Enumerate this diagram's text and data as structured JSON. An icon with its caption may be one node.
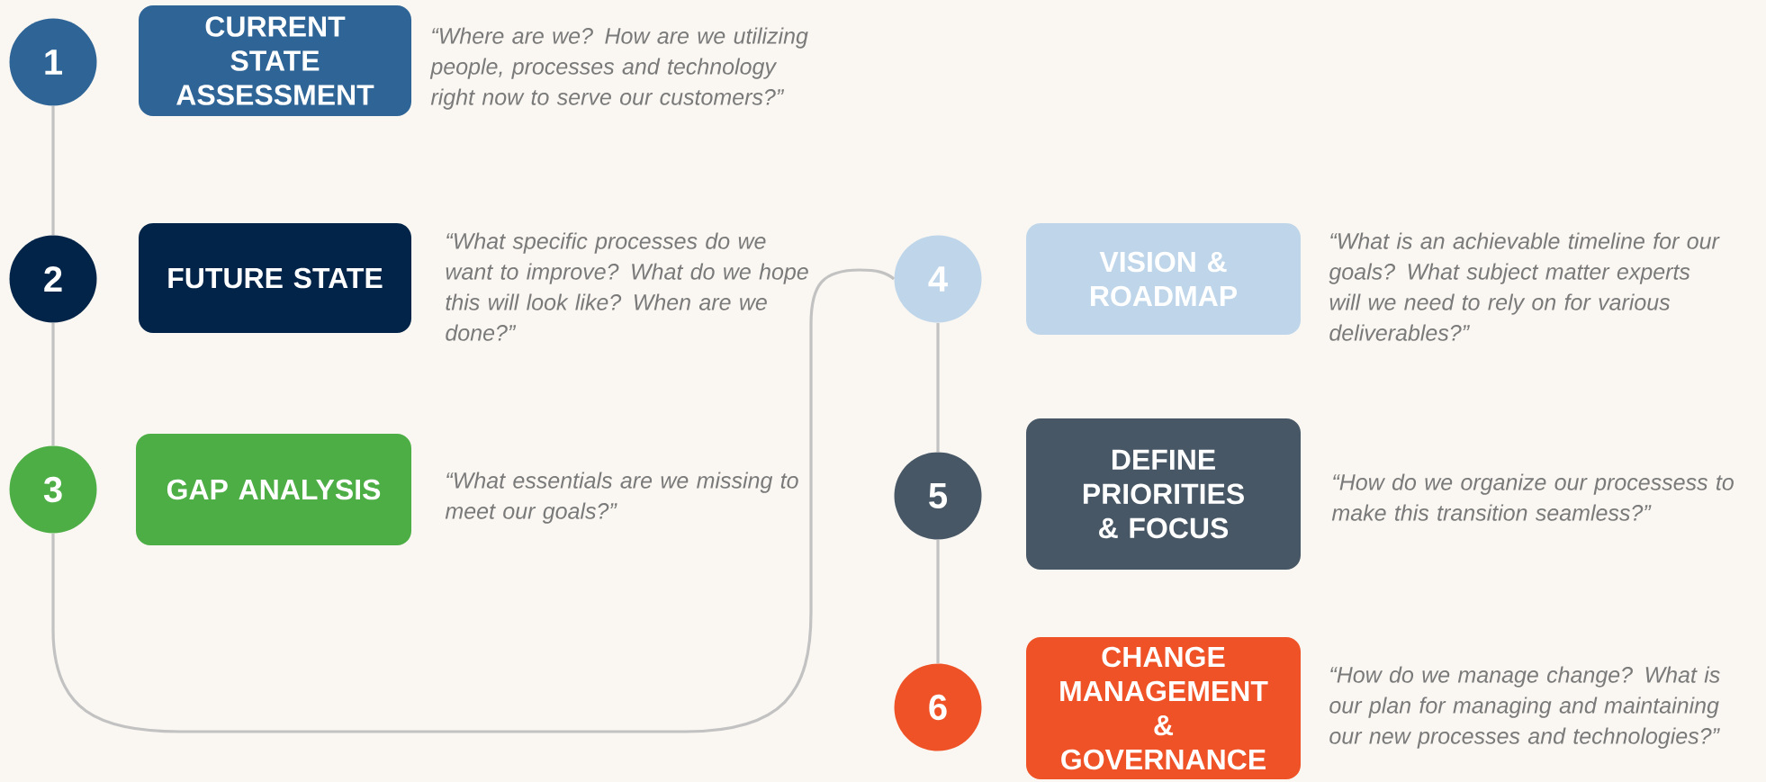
{
  "diagram": {
    "nodes": [
      {
        "text": [
          "1"
        ]
      },
      {
        "text": [
          "CURRENT STATE ASSESSMENT"
        ],
        "beside": [
          "“Where are we? How are we utilizing people, processes and technology right now to serve our customers?”"
        ]
      },
      {
        "text": [
          "2"
        ]
      },
      {
        "text": [
          "FUTURE STATE"
        ],
        "beside": [
          "“What specific processes do we want to improve? What do we hope this will look like? When are we done?”"
        ]
      },
      {
        "text": [
          "3"
        ]
      },
      {
        "text": [
          "GAP ANALYSIS"
        ],
        "beside": [
          "“What essentials are we missing to meet our goals?”"
        ]
      },
      {
        "text": [
          "4"
        ]
      },
      {
        "text": [
          "VISION & ROADMAP"
        ],
        "beside": [
          "“What is an achievable timeline for our goals? What subject matter experts will we need to rely on for various deliverables?”"
        ]
      },
      {
        "text": [
          "5"
        ]
      },
      {
        "text": [
          "DEFINE PRIORITIES & FOCUS"
        ],
        "beside": [
          "“How do we organize our processess to make this transition seamless?”"
        ]
      },
      {
        "text": [
          "6"
        ]
      },
      {
        "text": [
          "CHANGE MANAGEMENT & GOVERNANCE"
        ],
        "beside": [
          "“How do we manage change? What is our plan for managing and maintaining our new processes and technologies?”"
        ]
      }
    ],
    "edges": [
      {
        "from": 0,
        "to": 2,
        "arrow": "none"
      },
      {
        "from": 2,
        "to": 4,
        "arrow": "none"
      },
      {
        "from": 4,
        "to": 6,
        "arrow": "none"
      },
      {
        "from": 6,
        "to": 8,
        "arrow": "none"
      },
      {
        "from": 8,
        "to": 10,
        "arrow": "none"
      }
    ]
  }
}
